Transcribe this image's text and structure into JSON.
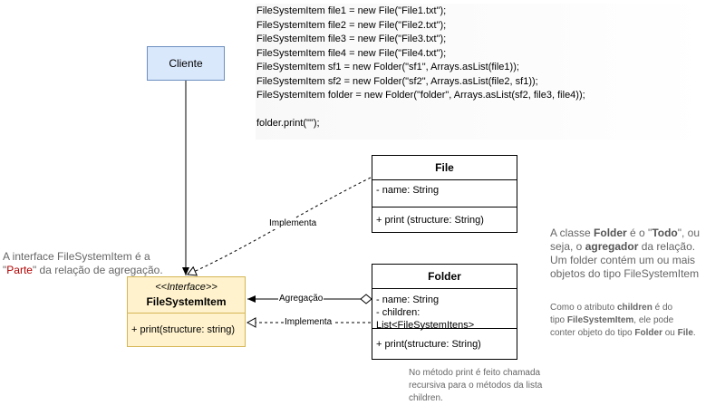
{
  "code_lines": [
    "FileSystemItem file1 = new File(\"File1.txt\");",
    "FileSystemItem file2 = new File(\"File2.txt\");",
    "FileSystemItem file3 = new File(\"File3.txt\");",
    "FileSystemItem file4 = new File(\"File4.txt\");",
    "FileSystemItem sf1 = new Folder(\"sf1\", Arrays.asList(file1));",
    "FileSystemItem sf2 = new Folder(\"sf2\", Arrays.asList(file2, sf1));",
    "FileSystemItem folder = new Folder(\"folder\", Arrays.asList(sf2, file3, file4));",
    "",
    "folder.print(\"\");"
  ],
  "cliente": {
    "label": "Cliente"
  },
  "file_class": {
    "name": "File",
    "attributes": [
      "- name: String"
    ],
    "operations": [
      "+ print (structure: String)"
    ]
  },
  "folder_class": {
    "name": "Folder",
    "attributes": [
      "- name: String",
      "- children: List<FileSystemItens>"
    ],
    "operations": [
      "+ print(structure: String)"
    ]
  },
  "interface_class": {
    "stereotype": "<<Interface>>",
    "name": "FileSystemItem",
    "operations": [
      "+ print(structure: string)"
    ]
  },
  "edges": {
    "implementa_file": "Implementa",
    "agregacao": "Agregação",
    "implementa_folder": "Implementa"
  },
  "notes": {
    "interface_note": {
      "line1": "A interface FileSystemItem é a",
      "quote_open": "\"",
      "highlight": "Parte",
      "rest": "\" da relação de agregação."
    },
    "folder_note": {
      "p1": "A classe ",
      "folder": "Folder",
      "p2": " é o \"",
      "todo": "Todo",
      "p3": "\", ou",
      "p4": "seja, o ",
      "agregador": "agregador",
      "p5": " da relação.",
      "line3": "Um folder contém um ou mais",
      "line4": "objetos do tipo FileSystemItem"
    },
    "children_note": {
      "p1": "Como o atributo ",
      "children": "children",
      "p2": " é do",
      "p3": "tipo ",
      "fsi": "FileSystemItem",
      "p4": ", ele pode",
      "p5": "conter objeto do tipo ",
      "folder": "Folder",
      "p6": " ou ",
      "file": "File",
      "p7": "."
    },
    "print_note": [
      "No método print é feito chamada",
      "recursiva para o métodos da lista",
      "children."
    ]
  }
}
